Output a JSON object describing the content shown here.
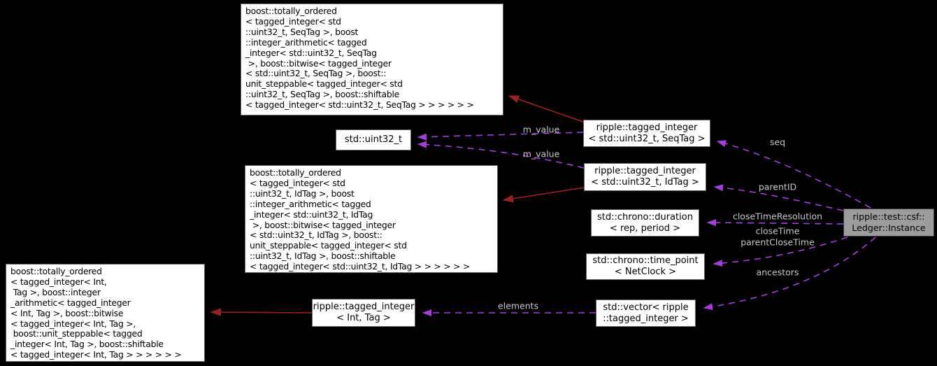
{
  "diagram": {
    "kind": "doxygen-collaboration-graph",
    "focus_class": "ripple::test::csf::Ledger::Instance",
    "colors": {
      "background": "#000000",
      "inheritance_edge": "#9b2222",
      "usage_edge": "#a33fd9",
      "edge_label_text": "#c6c6c6",
      "node_fill": "#ffffff",
      "node_border": "#636363",
      "node_text": "#000000",
      "focus_node_fill": "#9c9c9c",
      "focus_node_border": "#3c3c3c"
    },
    "nodes": [
      {
        "id": "boost-base-seqtag",
        "label": "boost::totally_ordered\n< tagged_integer< std\n::uint32_t, SeqTag >, boost\n::integer_arithmetic< tagged\n_integer< std::uint32_t, SeqTag\n >, boost::bitwise< tagged_integer\n< std::uint32_t, SeqTag >, boost::\nunit_steppable< tagged_integer< std\n::uint32_t, SeqTag >, boost::shiftable\n< tagged_integer< std::uint32_t, SeqTag > > > > > >"
      },
      {
        "id": "std-uint32-t",
        "label": "std::uint32_t"
      },
      {
        "id": "boost-base-idtag",
        "label": "boost::totally_ordered\n< tagged_integer< std\n::uint32_t, IdTag >, boost\n::integer_arithmetic< tagged\n_integer< std::uint32_t, IdTag\n >, boost::bitwise< tagged_integer\n< std::uint32_t, IdTag >, boost::\nunit_steppable< tagged_integer< std\n::uint32_t, IdTag >, boost::shiftable\n< tagged_integer< std::uint32_t, IdTag > > > > > >"
      },
      {
        "id": "boost-base-inttag",
        "label": "boost::totally_ordered\n< tagged_integer< Int,\n Tag >, boost::integer\n_arithmetic< tagged_integer\n< Int, Tag >, boost::bitwise\n< tagged_integer< Int, Tag >,\n boost::unit_steppable< tagged\n_integer< Int, Tag >, boost::shiftable\n< tagged_integer< Int, Tag > > > > > >"
      },
      {
        "id": "ripple-tagged-integer-seqtag",
        "label": "ripple::tagged_integer\n< std::uint32_t, SeqTag >"
      },
      {
        "id": "ripple-tagged-integer-idtag",
        "label": "ripple::tagged_integer\n< std::uint32_t, IdTag >"
      },
      {
        "id": "std-chrono-duration",
        "label": "std::chrono::duration\n< rep, period >"
      },
      {
        "id": "std-chrono-time-point",
        "label": "std::chrono::time_point\n< NetClock >"
      },
      {
        "id": "ripple-tagged-integer-int",
        "label": "ripple::tagged_integer\n< Int, Tag >"
      },
      {
        "id": "std-vector-tagged-integer",
        "label": "std::vector< ripple\n::tagged_integer >"
      },
      {
        "id": "ledger-instance",
        "label": "ripple::test::csf::\nLedger::Instance",
        "focus": true
      }
    ],
    "edges": [
      {
        "type": "inheritance",
        "from": "ripple-tagged-integer-seqtag",
        "to": "boost-base-seqtag",
        "label": ""
      },
      {
        "type": "inheritance",
        "from": "ripple-tagged-integer-idtag",
        "to": "boost-base-idtag",
        "label": ""
      },
      {
        "type": "inheritance",
        "from": "ripple-tagged-integer-int",
        "to": "boost-base-inttag",
        "label": ""
      },
      {
        "type": "usage",
        "from": "ripple-tagged-integer-seqtag",
        "to": "std-uint32-t",
        "label": "m_value"
      },
      {
        "type": "usage",
        "from": "ripple-tagged-integer-idtag",
        "to": "std-uint32-t",
        "label": "m_value"
      },
      {
        "type": "usage",
        "from": "ledger-instance",
        "to": "ripple-tagged-integer-seqtag",
        "label": "seq"
      },
      {
        "type": "usage",
        "from": "ledger-instance",
        "to": "ripple-tagged-integer-idtag",
        "label": "parentID"
      },
      {
        "type": "usage",
        "from": "ledger-instance",
        "to": "std-chrono-duration",
        "label": "closeTimeResolution"
      },
      {
        "type": "usage",
        "from": "ledger-instance",
        "to": "std-chrono-time-point",
        "label": "closeTime\nparentCloseTime"
      },
      {
        "type": "usage",
        "from": "ledger-instance",
        "to": "std-vector-tagged-integer",
        "label": "ancestors"
      },
      {
        "type": "usage",
        "from": "std-vector-tagged-integer",
        "to": "ripple-tagged-integer-int",
        "label": "elements"
      }
    ]
  }
}
